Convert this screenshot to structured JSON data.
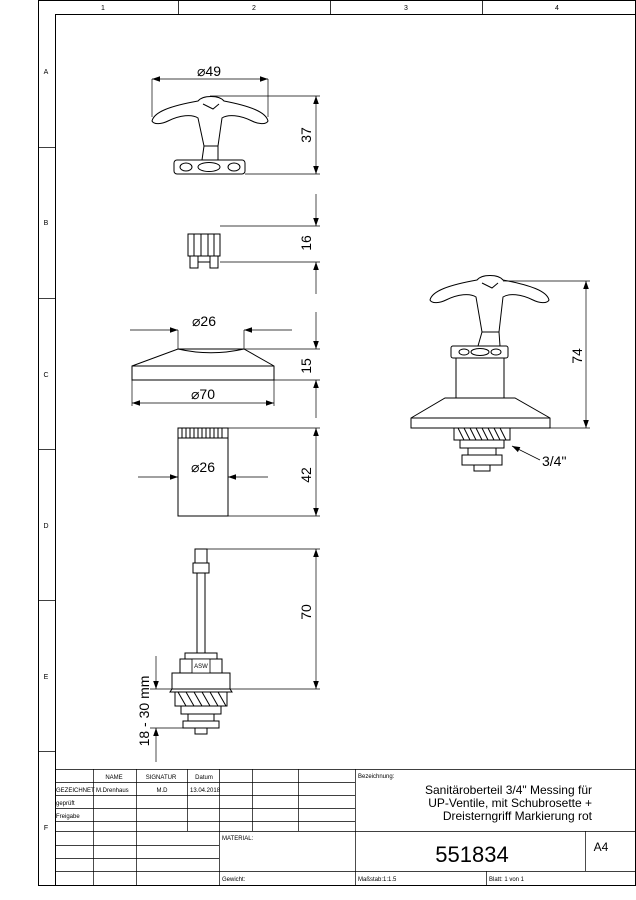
{
  "border": {
    "columns": [
      "1",
      "2",
      "3",
      "4"
    ],
    "rows": [
      "A",
      "B",
      "C",
      "D",
      "E",
      "F"
    ]
  },
  "dimensions": {
    "handle_diameter": "⌀49",
    "handle_height": "37",
    "spindle_height": "16",
    "rosette_top_diameter": "⌀26",
    "rosette_height": "15",
    "rosette_diameter": "⌀70",
    "sleeve_diameter": "⌀26",
    "sleeve_height": "42",
    "valve_height": "70",
    "valve_range": "18 - 30 mm",
    "assembly_height": "74",
    "thread": "3/4\"",
    "valve_marking": "ASW"
  },
  "title_block": {
    "col_name": "NAME",
    "col_signature": "SIGNATUR",
    "col_date": "Datum",
    "row_drawn": "GEZEICHNET",
    "row_checked": "geprüft",
    "row_release": "Freigabe",
    "drawn_name": "M.Drenhaus",
    "drawn_signature": "M.D",
    "drawn_date": "13.04.2018",
    "label_designation": "Bezeichnung:",
    "description_line1": "Sanitäroberteil 3/4\" Messing für",
    "description_line2": "UP-Ventile, mit Schubrosette +",
    "description_line3": "Dreisterngriff Markierung rot",
    "label_material": "MATERIAL:",
    "label_weight": "Gewicht:",
    "drawing_number": "551834",
    "format": "A4",
    "scale": "Maßstab:1:1.5",
    "sheet": "Blatt: 1 von 1"
  }
}
